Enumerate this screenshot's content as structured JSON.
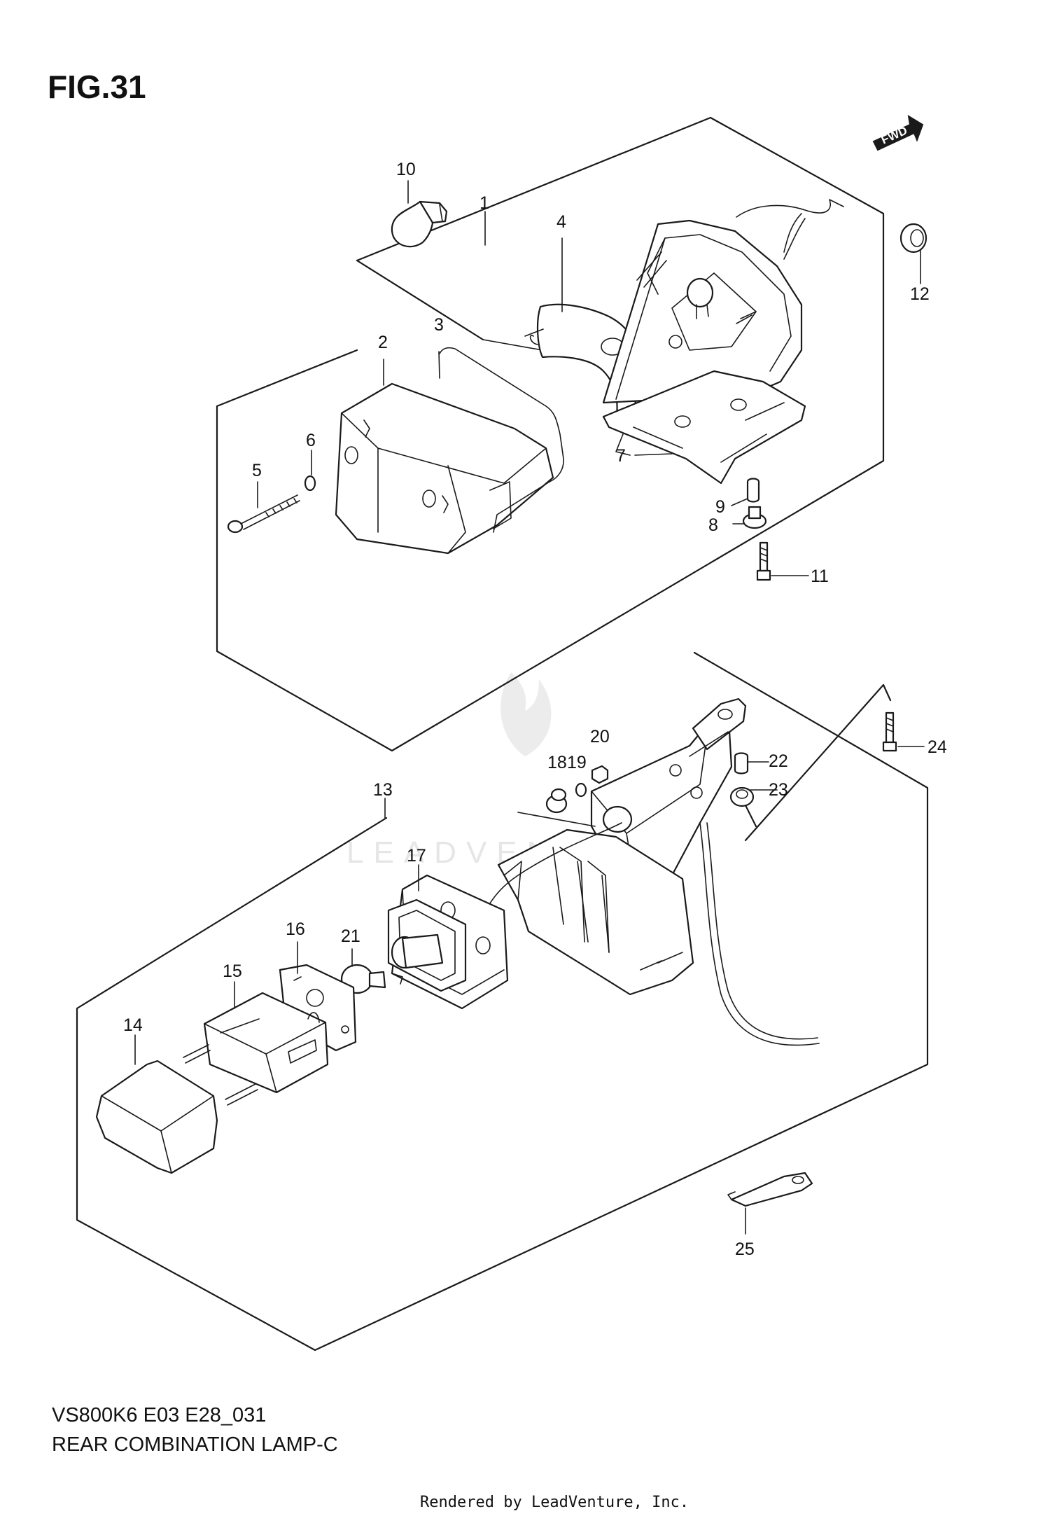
{
  "figure": {
    "title": "FIG.31",
    "model_code": "VS800K6 E03 E28_031",
    "caption": "REAR COMBINATION LAMP-C",
    "credit": "Rendered by LeadVenture, Inc.",
    "watermark": "LEADVENTURE",
    "direction_badge": "FWD"
  },
  "callouts": [
    {
      "id": "1",
      "label": "1"
    },
    {
      "id": "2",
      "label": "2"
    },
    {
      "id": "3",
      "label": "3"
    },
    {
      "id": "4",
      "label": "4"
    },
    {
      "id": "5",
      "label": "5"
    },
    {
      "id": "6",
      "label": "6"
    },
    {
      "id": "7",
      "label": "7"
    },
    {
      "id": "8",
      "label": "8"
    },
    {
      "id": "9",
      "label": "9"
    },
    {
      "id": "10",
      "label": "10"
    },
    {
      "id": "11",
      "label": "11"
    },
    {
      "id": "12",
      "label": "12"
    },
    {
      "id": "13",
      "label": "13"
    },
    {
      "id": "14",
      "label": "14"
    },
    {
      "id": "15",
      "label": "15"
    },
    {
      "id": "16",
      "label": "16"
    },
    {
      "id": "17",
      "label": "17"
    },
    {
      "id": "18",
      "label": "18"
    },
    {
      "id": "19",
      "label": "19"
    },
    {
      "id": "20",
      "label": "20"
    },
    {
      "id": "21",
      "label": "21"
    },
    {
      "id": "22",
      "label": "22"
    },
    {
      "id": "23",
      "label": "23"
    },
    {
      "id": "24",
      "label": "24"
    },
    {
      "id": "25",
      "label": "25"
    }
  ]
}
